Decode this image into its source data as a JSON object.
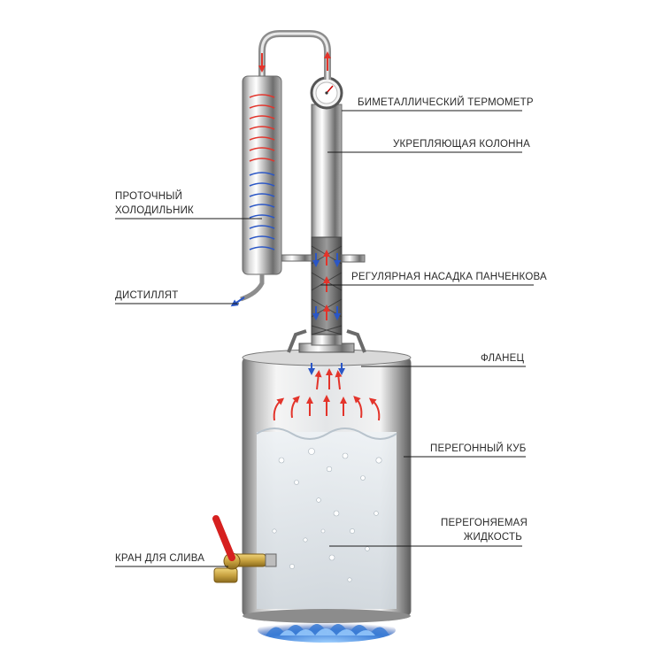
{
  "labels": {
    "thermometer": "БИМЕТАЛЛИЧЕСКИЙ ТЕРМОМЕТР",
    "column": "УКРЕПЛЯЮЩАЯ КОЛОННА",
    "condenser_line1": "ПРОТОЧНЫЙ",
    "condenser_line2": "ХОЛОДИЛЬНИК",
    "packing": "РЕГУЛЯРНАЯ НАСАДКА ПАНЧЕНКОВА",
    "distillate": "ДИСТИЛЛЯТ",
    "flange": "ФЛАНЕЦ",
    "still": "ПЕРЕГОННЫЙ КУБ",
    "liquid_line1": "ПЕРЕГОНЯЕМАЯ",
    "liquid_line2": "ЖИДКОСТЬ",
    "drain_valve": "КРАН ДЛЯ СЛИВА"
  },
  "colors": {
    "leader_line": "#1a1a1a",
    "vapor_arrow": "#e3342b",
    "cool_arrow": "#2a56c6",
    "steel_light": "#f2f2f2",
    "steel_dark": "#8a8a8a",
    "valve_handle": "#d6201f",
    "brass": "#c9a341",
    "flame": "#3a7bd5"
  },
  "icons": [
    "thermometer-dial-icon",
    "drain-valve-icon",
    "gas-flame-icon"
  ]
}
